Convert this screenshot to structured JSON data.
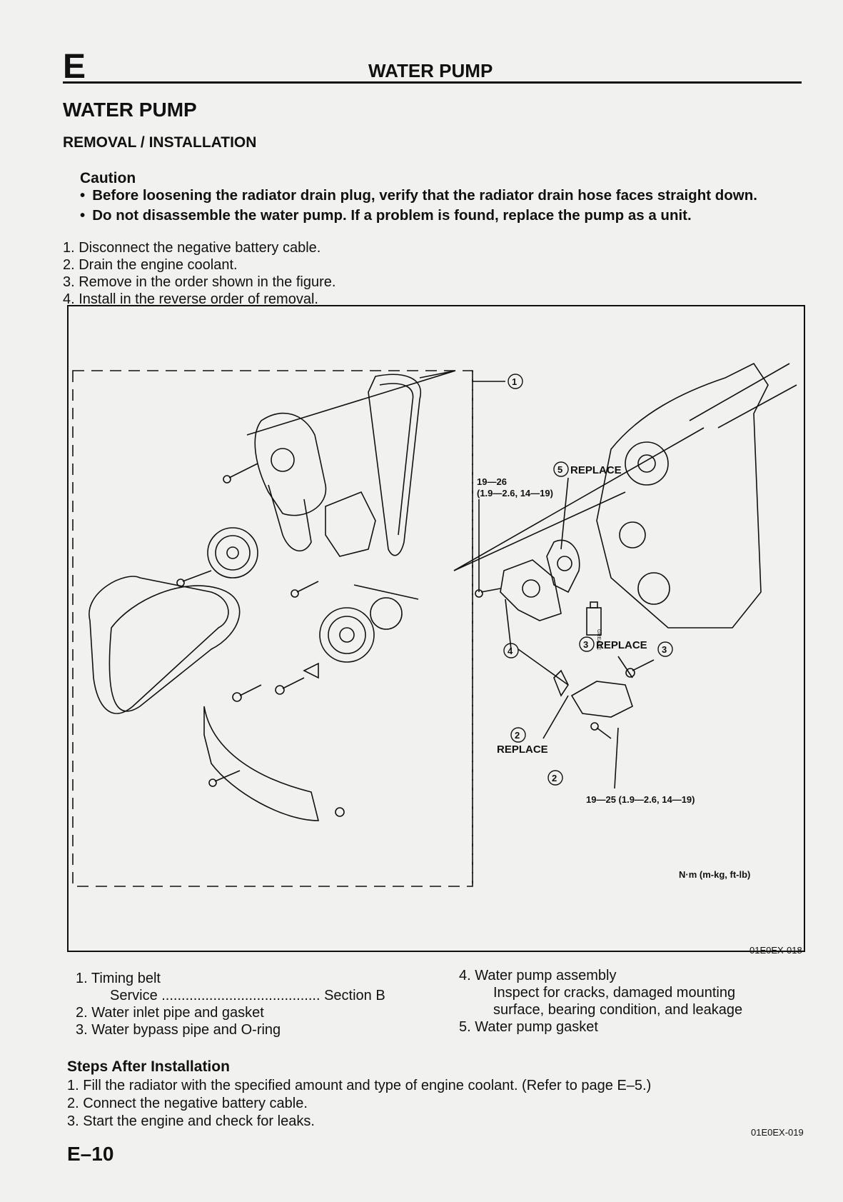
{
  "header": {
    "section_letter": "E",
    "title": "WATER PUMP"
  },
  "page_title": "WATER PUMP",
  "subtitle": "REMOVAL / INSTALLATION",
  "caution": {
    "label": "Caution",
    "items": [
      "Before loosening the radiator drain plug, verify that the radiator drain hose faces straight down.",
      "Do not disassemble the water pump. If a problem is found, replace the pump as a unit."
    ]
  },
  "steps": [
    "1. Disconnect the negative battery cable.",
    "2. Drain the engine coolant.",
    "3. Remove in the order shown in the figure.",
    "4. Install in the reverse order of removal."
  ],
  "figure": {
    "callout_1": "1",
    "callout_2": "2",
    "callout_3": "3",
    "callout_4": "4",
    "callout_5": "5",
    "replace": "REPLACE",
    "torque_a": "19—26",
    "torque_a_alt": "(1.9—2.6, 14—19)",
    "torque_b": "19—25 (1.9—2.6, 14—19)",
    "grease": "GREASE",
    "units": "N·m (m-kg, ft-lb)",
    "code": "01E0EX-018"
  },
  "legend": {
    "item1": "1. Timing belt",
    "item1_service": "Service ........................................ Section B",
    "item2": "2. Water inlet pipe and gasket",
    "item3": "3. Water bypass pipe and O-ring",
    "item4": "4. Water pump assembly",
    "item4_detail_1": "Inspect for cracks, damaged mounting",
    "item4_detail_2": "surface, bearing condition, and leakage",
    "item5": "5. Water pump gasket"
  },
  "after_installation": {
    "title": "Steps After Installation",
    "steps": [
      "1. Fill the radiator with the specified amount and type of engine coolant. (Refer to page E–5.)",
      "2. Connect the negative battery cable.",
      "3. Start the engine and check for leaks."
    ]
  },
  "bottom_code": "01E0EX-019",
  "page_number": "E–10"
}
